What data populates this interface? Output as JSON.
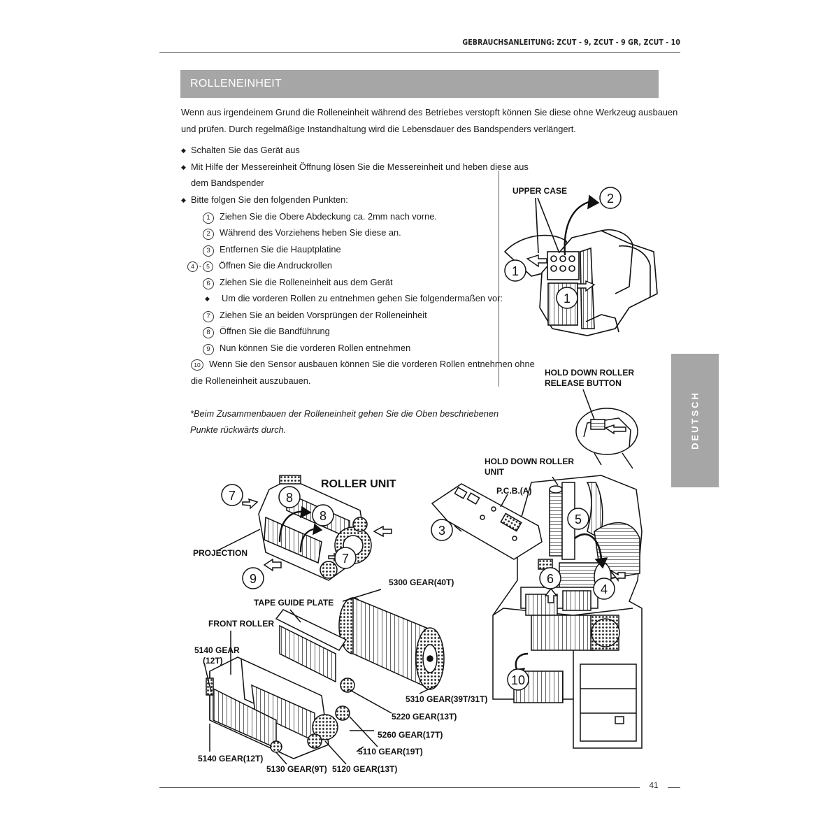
{
  "header": {
    "running_title": "GEBRAUCHSANLEITUNG: ZCUT - 9, ZCUT - 9 GR, ZCUT - 10"
  },
  "section": {
    "title": "ROLLENEINHEIT"
  },
  "intro": {
    "line1": "Wenn aus irgendeinem Grund die Rolleneinheit während des Betriebes verstopft können Sie diese ohne Werkzeug ausbauen",
    "line2": "und prüfen. Durch regelmäßige Instandhaltung wird die Lebensdauer des Bandspenders verlängert."
  },
  "bullets": {
    "b1": "Schalten Sie das Gerät aus",
    "b2_line1": "Mit Hilfe der Messereinheit Öffnung lösen Sie die Messereinheit und heben diese aus",
    "b2_line2": "dem Bandspender",
    "b3": "Bitte folgen Sie den folgenden Punkten:"
  },
  "steps": {
    "s1": "Ziehen Sie die Obere Abdeckung ca. 2mm nach vorne.",
    "s2": "Während des Vorziehens heben Sie diese an.",
    "s3": "Entfernen Sie die Hauptplatine",
    "s45": "Öffnen Sie die Andruckrollen",
    "s6": "Ziehen Sie die Rolleneinheit aus dem Gerät",
    "sub": "Um die vorderen Rollen zu entnehmen gehen Sie folgendermaßen vor:",
    "s7": "Ziehen Sie an beiden Vorsprüngen der Rolleneinheit",
    "s8": "Öffnen Sie die Bandführung",
    "s9": "Nun können Sie die vorderen Rollen entnehmen",
    "s10_line1": "Wenn Sie den Sensor ausbauen können Sie die vorderen Rollen entnehmen ohne",
    "s10_line2": "die Rolleneinheit auszubauen."
  },
  "step_numbers": {
    "n1": "1",
    "n2": "2",
    "n3": "3",
    "n4": "4",
    "n5": "5",
    "n6": "6",
    "n7": "7",
    "n8": "8",
    "n9": "9",
    "n10": "10",
    "dash": "-"
  },
  "note": {
    "line1": "*Beim Zusammenbauen der Rolleneinheit gehen Sie die Oben beschriebenen",
    "line2": "Punkte rückwärts durch."
  },
  "side_tab": {
    "label": "DEUTSCH"
  },
  "figure_labels": {
    "upper_case": "UPPER CASE",
    "hold_down_btn_1": "HOLD DOWN ROLLER",
    "hold_down_btn_2": "RELEASE BUTTON",
    "hold_down_unit_1": "HOLD DOWN ROLLER",
    "hold_down_unit_2": "UNIT",
    "pcb": "P.C.B.(A)",
    "roller_unit": "ROLLER UNIT",
    "projection": "PROJECTION",
    "gear_5300": "5300 GEAR(40T)",
    "tape_guide": "TAPE GUIDE PLATE",
    "front_roller": "FRONT ROLLER",
    "gear_5140a_1": "5140 GEAR",
    "gear_5140a_2": "(12T)",
    "gear_5310": "5310 GEAR(39T/31T)",
    "gear_5220": "5220 GEAR(13T)",
    "gear_5260": "5260 GEAR(17T)",
    "gear_5110": "5110 GEAR(19T)",
    "gear_5140b": "5140 GEAR(12T)",
    "gear_5130": "5130 GEAR(9T)",
    "gear_5120": "5120 GEAR(13T)"
  },
  "footer": {
    "page_number": "41"
  }
}
